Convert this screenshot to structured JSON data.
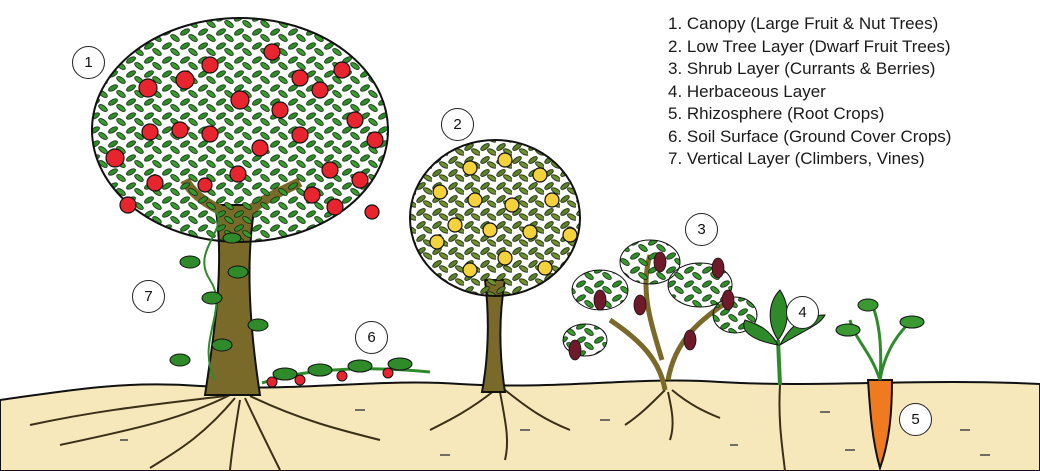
{
  "legend": {
    "items": [
      "1. Canopy (Large Fruit & Nut Trees)",
      "2. Low Tree Layer (Dwarf Fruit Trees)",
      "3. Shrub Layer (Currants & Berries)",
      "4. Herbaceous Layer",
      "5. Rhizosphere (Root Crops)",
      "6. Soil Surface (Ground Cover Crops)",
      "7. Vertical Layer (Climbers, Vines)"
    ]
  },
  "markers": [
    "1",
    "2",
    "3",
    "4",
    "5",
    "6",
    "7"
  ],
  "colors": {
    "soil": "#f6e8bb",
    "trunk": "#7a6a2a",
    "leaf": "#2f8a2a",
    "leaf_dark": "#1f5f1c",
    "apple": "#e8242e",
    "fruit_yellow": "#f3d23c",
    "berry": "#6e1a2a",
    "carrot": "#f07a20",
    "outline": "#111111"
  }
}
